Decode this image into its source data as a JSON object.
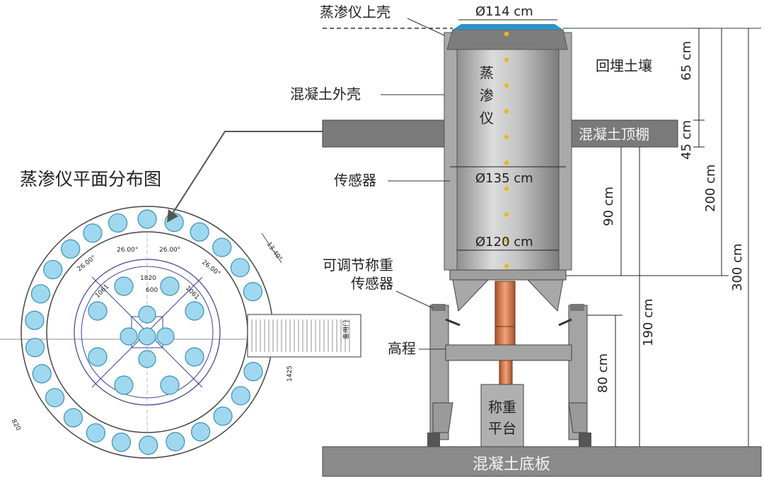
{
  "labels": {
    "upper_shell": "蒸渗仪上壳",
    "concrete_shell": "混凝土外壳",
    "layout_title": "蒸渗仪平面分布图",
    "sensor": "传感器",
    "adjustable_sensor_line1": "可调节称重",
    "adjustable_sensor_line2": "传感器",
    "elevation": "高程",
    "backfill": "回埋土壤",
    "concrete_ceiling": "混凝土顶棚",
    "lysimeter_1": "蒸",
    "lysimeter_2": "渗",
    "lysimeter_3": "仪",
    "weighing_1": "称重",
    "weighing_2": "平台",
    "base_slab": "混凝土底板"
  },
  "dimensions": {
    "d_top": "Ø114 cm",
    "d_mid": "Ø135 cm",
    "d_low": "Ø120 cm",
    "h65": "65 cm",
    "h45": "45 cm",
    "h90": "90 cm",
    "h200": "200 cm",
    "h300": "300 cm",
    "h190": "190 cm",
    "h80": "80 cm"
  },
  "plan_annotations": {
    "angle1": "26.00°",
    "angle2": "26.00°",
    "angle3": "26.00°",
    "angle4": "26.00°",
    "angle5": "13.40°",
    "d1820": "1820",
    "d600": "600",
    "d1061a": "1061",
    "d1061b": "1061",
    "d1425": "1425",
    "door": "备用门",
    "d820": "820"
  },
  "colors": {
    "pot_fill": "#9fd8ee",
    "pot_stroke": "#3a8fb8",
    "slab": "#8a8a8a",
    "cylinder": "#b9b9b9",
    "copper": "#d9804f",
    "dot": "#e8b820"
  }
}
